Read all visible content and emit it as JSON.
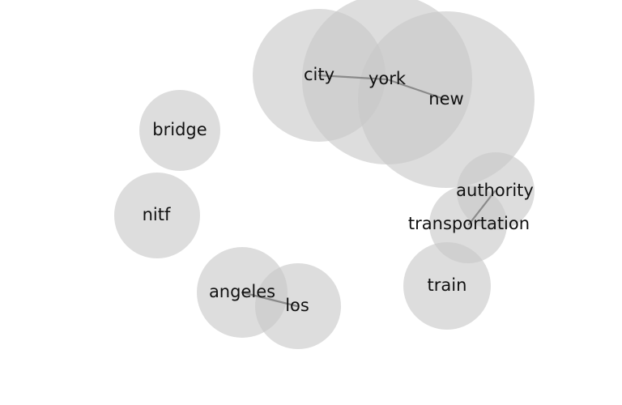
{
  "diagram": {
    "type": "word-cooccurrence-bubble-graph",
    "bubble_color": "#c8c8c8",
    "edge_color": "#8a8a8a",
    "terms": [
      {
        "id": "city",
        "label": "city"
      },
      {
        "id": "york",
        "label": "york"
      },
      {
        "id": "new",
        "label": "new"
      },
      {
        "id": "bridge",
        "label": "bridge"
      },
      {
        "id": "nitf",
        "label": "nitf"
      },
      {
        "id": "authority",
        "label": "authority"
      },
      {
        "id": "transportation",
        "label": "transportation"
      },
      {
        "id": "train",
        "label": "train"
      },
      {
        "id": "angeles",
        "label": "angeles"
      },
      {
        "id": "los",
        "label": "los"
      }
    ],
    "links": [
      {
        "from": "city",
        "to": "york"
      },
      {
        "from": "york",
        "to": "new"
      },
      {
        "from": "authority",
        "to": "transportation"
      },
      {
        "from": "angeles",
        "to": "los"
      }
    ]
  }
}
